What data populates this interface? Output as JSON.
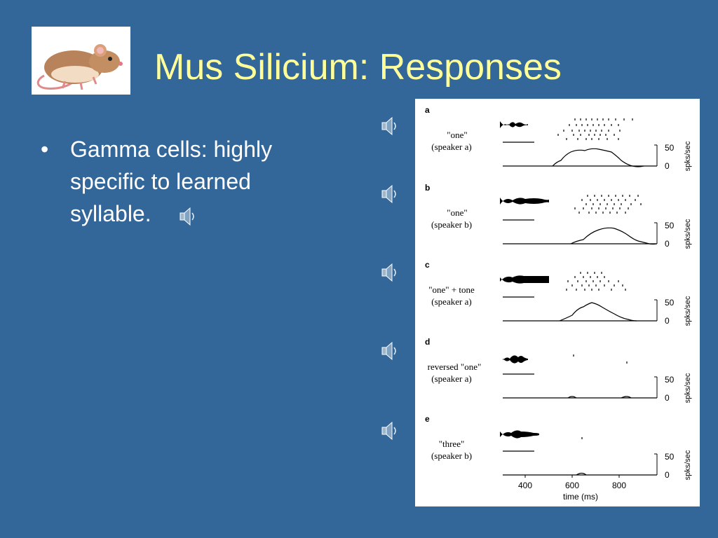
{
  "slide": {
    "title": "Mus Silicium: Responses",
    "background_color": "#336699",
    "title_color": "#ffff99",
    "logo_icon": "rat-icon",
    "bullets": [
      {
        "text": "Gamma cells: highly specific to learned syllable.",
        "lines": [
          "Gamma cells: highly",
          "specific to learned",
          "syllable."
        ]
      }
    ],
    "audio_icons": [
      "speaker-icon",
      "speaker-icon",
      "speaker-icon",
      "speaker-icon",
      "speaker-icon",
      "speaker-icon"
    ]
  },
  "figure": {
    "panels": [
      {
        "letter": "a",
        "stimulus_line1": "\"one\"",
        "stimulus_line2": "(speaker  a)",
        "ytick_high": "50",
        "ytick_low": "0",
        "ylabel": "spks/sec"
      },
      {
        "letter": "b",
        "stimulus_line1": "\"one\"",
        "stimulus_line2": "(speaker  b)",
        "ytick_high": "50",
        "ytick_low": "0",
        "ylabel": "spks/sec"
      },
      {
        "letter": "c",
        "stimulus_line1": "\"one\" + tone",
        "stimulus_line2": "(speaker  a)",
        "ytick_high": "50",
        "ytick_low": "0",
        "ylabel": "spks/sec"
      },
      {
        "letter": "d",
        "stimulus_line1": "reversed \"one\"",
        "stimulus_line2": "(speaker  a)",
        "ytick_high": "50",
        "ytick_low": "0",
        "ylabel": "spks/sec"
      },
      {
        "letter": "e",
        "stimulus_line1": "\"three\"",
        "stimulus_line2": "(speaker  b)",
        "ytick_high": "50",
        "ytick_low": "0",
        "ylabel": "spks/sec"
      }
    ],
    "x_ticks": [
      "400",
      "600",
      "800"
    ],
    "xlabel": "time (ms)"
  }
}
